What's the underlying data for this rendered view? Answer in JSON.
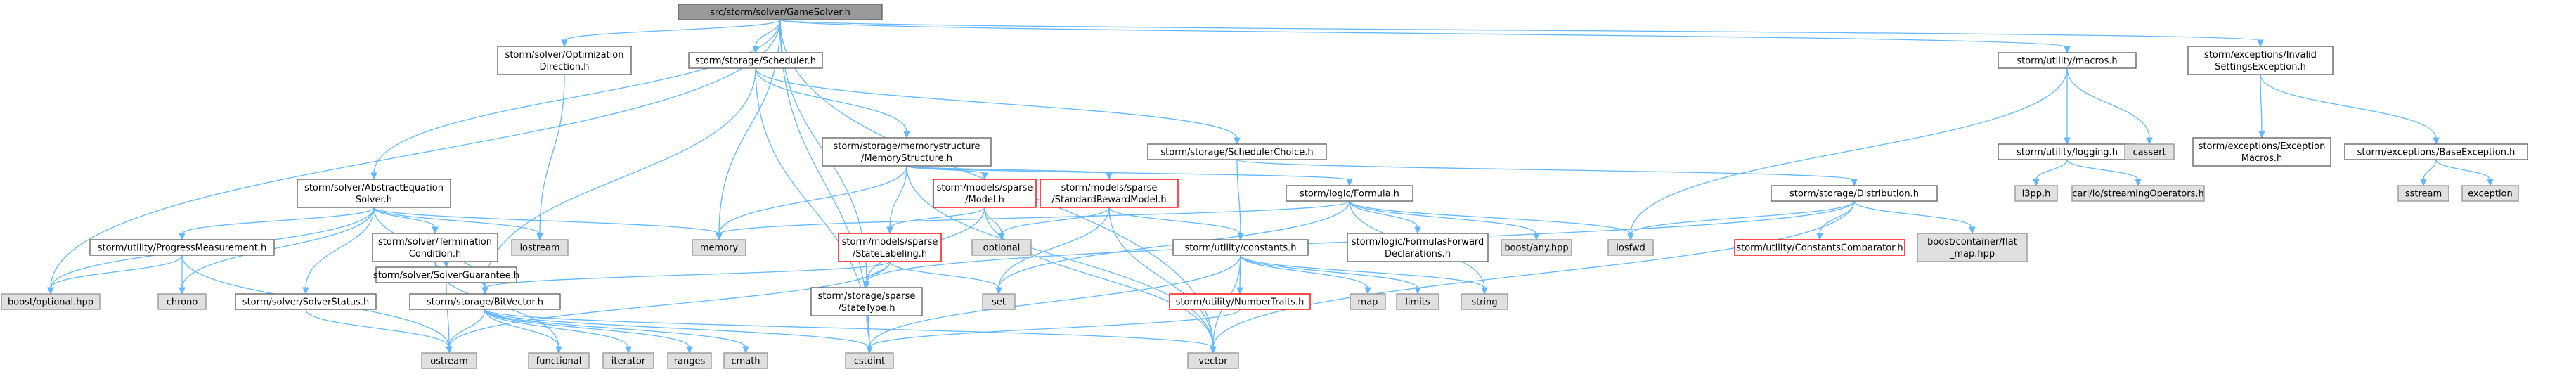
{
  "graph_title": "src/storm/solver/GameSolver.h",
  "colors": {
    "edge": "#63b8ff",
    "node_fill": "#ffffff",
    "node_border": "#666666",
    "root_fill": "#999999",
    "external_fill": "#e0e0e0",
    "external_border": "#999999",
    "incomplete_border": "#ff0000"
  },
  "nodes": [
    {
      "id": "root",
      "kind": "root",
      "lines": [
        "src/storm/solver/GameSolver.h"
      ]
    },
    {
      "id": "optdir",
      "kind": "file",
      "lines": [
        "storm/solver/Optimization",
        "Direction.h"
      ]
    },
    {
      "id": "scheduler",
      "kind": "file",
      "lines": [
        "storm/storage/Scheduler.h"
      ]
    },
    {
      "id": "macros",
      "kind": "file",
      "lines": [
        "storm/utility/macros.h"
      ]
    },
    {
      "id": "invalidsettings",
      "kind": "file",
      "lines": [
        "storm/exceptions/Invalid",
        "SettingsException.h"
      ]
    },
    {
      "id": "memstruct",
      "kind": "file",
      "lines": [
        "storm/storage/memorystructure",
        "/MemoryStructure.h"
      ]
    },
    {
      "id": "schedchoice",
      "kind": "file",
      "lines": [
        "storm/storage/SchedulerChoice.h"
      ]
    },
    {
      "id": "logging",
      "kind": "file",
      "lines": [
        "storm/utility/logging.h"
      ]
    },
    {
      "id": "cassert",
      "kind": "external",
      "lines": [
        "cassert"
      ]
    },
    {
      "id": "excmacros",
      "kind": "file",
      "lines": [
        "storm/exceptions/Exception",
        "Macros.h"
      ]
    },
    {
      "id": "baseexc",
      "kind": "file",
      "lines": [
        "storm/exceptions/BaseException.h"
      ]
    },
    {
      "id": "abseq",
      "kind": "file",
      "lines": [
        "storm/solver/AbstractEquation",
        "Solver.h"
      ]
    },
    {
      "id": "model",
      "kind": "incomplete",
      "lines": [
        "storm/models/sparse",
        "/Model.h"
      ]
    },
    {
      "id": "srm",
      "kind": "incomplete",
      "lines": [
        "storm/models/sparse",
        "/StandardRewardModel.h"
      ]
    },
    {
      "id": "formula",
      "kind": "file",
      "lines": [
        "storm/logic/Formula.h"
      ]
    },
    {
      "id": "distribution",
      "kind": "file",
      "lines": [
        "storm/storage/Distribution.h"
      ]
    },
    {
      "id": "l3pp",
      "kind": "external",
      "lines": [
        "l3pp.h"
      ]
    },
    {
      "id": "streamops",
      "kind": "external",
      "lines": [
        "carl/io/streamingOperators.h"
      ]
    },
    {
      "id": "sstream",
      "kind": "external",
      "lines": [
        "sstream"
      ]
    },
    {
      "id": "exception",
      "kind": "external",
      "lines": [
        "exception"
      ]
    },
    {
      "id": "progress",
      "kind": "file",
      "lines": [
        "storm/utility/ProgressMeasurement.h"
      ]
    },
    {
      "id": "termcond",
      "kind": "file",
      "lines": [
        "storm/solver/Termination",
        "Condition.h"
      ]
    },
    {
      "id": "iostream",
      "kind": "external",
      "lines": [
        "iostream"
      ]
    },
    {
      "id": "memory",
      "kind": "external",
      "lines": [
        "memory"
      ]
    },
    {
      "id": "optional",
      "kind": "external",
      "lines": [
        "optional"
      ]
    },
    {
      "id": "statelabeling",
      "kind": "incomplete",
      "lines": [
        "storm/models/sparse",
        "/StateLabeling.h"
      ]
    },
    {
      "id": "constants",
      "kind": "file",
      "lines": [
        "storm/utility/constants.h"
      ]
    },
    {
      "id": "fwddecl",
      "kind": "file",
      "lines": [
        "storm/logic/FormulasForward",
        "Declarations.h"
      ]
    },
    {
      "id": "boostany",
      "kind": "external",
      "lines": [
        "boost/any.hpp"
      ]
    },
    {
      "id": "iosfwd",
      "kind": "external",
      "lines": [
        "iosfwd"
      ]
    },
    {
      "id": "constcomp",
      "kind": "incomplete",
      "lines": [
        "storm/utility/ConstantsComparator.h"
      ]
    },
    {
      "id": "flatmap",
      "kind": "external",
      "lines": [
        "boost/container/flat",
        "_map.hpp"
      ]
    },
    {
      "id": "boostopt",
      "kind": "external",
      "lines": [
        "boost/optional.hpp"
      ]
    },
    {
      "id": "chrono",
      "kind": "external",
      "lines": [
        "chrono"
      ]
    },
    {
      "id": "solverstatus",
      "kind": "file",
      "lines": [
        "storm/solver/SolverStatus.h"
      ]
    },
    {
      "id": "bitvector",
      "kind": "file",
      "lines": [
        "storm/storage/BitVector.h"
      ]
    },
    {
      "id": "statetype",
      "kind": "file",
      "lines": [
        "storm/storage/sparse",
        "/StateType.h"
      ]
    },
    {
      "id": "set",
      "kind": "external",
      "lines": [
        "set"
      ]
    },
    {
      "id": "map",
      "kind": "external",
      "lines": [
        "map"
      ]
    },
    {
      "id": "limits",
      "kind": "external",
      "lines": [
        "limits"
      ]
    },
    {
      "id": "string",
      "kind": "external",
      "lines": [
        "string"
      ]
    },
    {
      "id": "numtraits",
      "kind": "incomplete",
      "lines": [
        "storm/utility/NumberTraits.h"
      ]
    },
    {
      "id": "solverguar",
      "kind": "file",
      "lines": [
        "storm/solver/SolverGuarantee.h"
      ]
    },
    {
      "id": "ostream",
      "kind": "external",
      "lines": [
        "ostream"
      ]
    },
    {
      "id": "functional",
      "kind": "external",
      "lines": [
        "functional"
      ]
    },
    {
      "id": "iterator",
      "kind": "external",
      "lines": [
        "iterator"
      ]
    },
    {
      "id": "ranges",
      "kind": "external",
      "lines": [
        "ranges"
      ]
    },
    {
      "id": "cmath",
      "kind": "external",
      "lines": [
        "cmath"
      ]
    },
    {
      "id": "cstdint",
      "kind": "external",
      "lines": [
        "cstdint"
      ]
    },
    {
      "id": "vector",
      "kind": "external",
      "lines": [
        "vector"
      ]
    }
  ],
  "edges": [
    [
      "root",
      "optdir"
    ],
    [
      "root",
      "scheduler"
    ],
    [
      "root",
      "macros"
    ],
    [
      "root",
      "invalidsettings"
    ],
    [
      "root",
      "abseq"
    ],
    [
      "root",
      "boostopt"
    ],
    [
      "root",
      "memory"
    ],
    [
      "root",
      "statetype"
    ],
    [
      "root",
      "cstdint"
    ],
    [
      "root",
      "vector"
    ],
    [
      "optdir",
      "iostream"
    ],
    [
      "scheduler",
      "memstruct"
    ],
    [
      "scheduler",
      "schedchoice"
    ],
    [
      "scheduler",
      "bitvector"
    ],
    [
      "scheduler",
      "cstdint"
    ],
    [
      "macros",
      "logging"
    ],
    [
      "macros",
      "cassert"
    ],
    [
      "macros",
      "iosfwd"
    ],
    [
      "invalidsettings",
      "excmacros"
    ],
    [
      "invalidsettings",
      "baseexc"
    ],
    [
      "logging",
      "l3pp"
    ],
    [
      "logging",
      "streamops"
    ],
    [
      "baseexc",
      "sstream"
    ],
    [
      "baseexc",
      "exception"
    ],
    [
      "memstruct",
      "model"
    ],
    [
      "memstruct",
      "srm"
    ],
    [
      "memstruct",
      "formula"
    ],
    [
      "memstruct",
      "memory"
    ],
    [
      "memstruct",
      "statelabeling"
    ],
    [
      "memstruct",
      "vector"
    ],
    [
      "schedchoice",
      "constants"
    ],
    [
      "schedchoice",
      "distribution"
    ],
    [
      "model",
      "statelabeling"
    ],
    [
      "model",
      "optional"
    ],
    [
      "model",
      "statetype"
    ],
    [
      "model",
      "vector"
    ],
    [
      "srm",
      "optional"
    ],
    [
      "srm",
      "constants"
    ],
    [
      "srm",
      "set"
    ],
    [
      "srm",
      "vector"
    ],
    [
      "formula",
      "fwddecl"
    ],
    [
      "formula",
      "boostany"
    ],
    [
      "formula",
      "iosfwd"
    ],
    [
      "formula",
      "memory"
    ],
    [
      "formula",
      "set"
    ],
    [
      "formula",
      "string"
    ],
    [
      "distribution",
      "iosfwd"
    ],
    [
      "distribution",
      "constcomp"
    ],
    [
      "distribution",
      "flatmap"
    ],
    [
      "distribution",
      "statetype"
    ],
    [
      "distribution",
      "vector"
    ],
    [
      "abseq",
      "progress"
    ],
    [
      "abseq",
      "termcond"
    ],
    [
      "abseq",
      "iostream"
    ],
    [
      "abseq",
      "memory"
    ],
    [
      "abseq",
      "boostopt"
    ],
    [
      "abseq",
      "chrono"
    ],
    [
      "abseq",
      "solverstatus"
    ],
    [
      "abseq",
      "bitvector"
    ],
    [
      "progress",
      "boostopt"
    ],
    [
      "progress",
      "chrono"
    ],
    [
      "progress",
      "ostream"
    ],
    [
      "termcond",
      "solverguar"
    ],
    [
      "termcond",
      "bitvector"
    ],
    [
      "termcond",
      "functional"
    ],
    [
      "statelabeling",
      "bitvector"
    ],
    [
      "statelabeling",
      "statetype"
    ],
    [
      "statelabeling",
      "set"
    ],
    [
      "statelabeling",
      "ostream"
    ],
    [
      "constants",
      "map"
    ],
    [
      "constants",
      "limits"
    ],
    [
      "constants",
      "string"
    ],
    [
      "constants",
      "numtraits"
    ],
    [
      "constants",
      "cstdint"
    ],
    [
      "constants",
      "vector"
    ],
    [
      "solverstatus",
      "ostream"
    ],
    [
      "solverguar",
      "ostream"
    ],
    [
      "bitvector",
      "ostream"
    ],
    [
      "bitvector",
      "functional"
    ],
    [
      "bitvector",
      "iterator"
    ],
    [
      "bitvector",
      "ranges"
    ],
    [
      "bitvector",
      "cmath"
    ],
    [
      "bitvector",
      "cstdint"
    ],
    [
      "bitvector",
      "vector"
    ],
    [
      "statetype",
      "cstdint"
    ],
    [
      "numtraits",
      "cstdint"
    ]
  ]
}
